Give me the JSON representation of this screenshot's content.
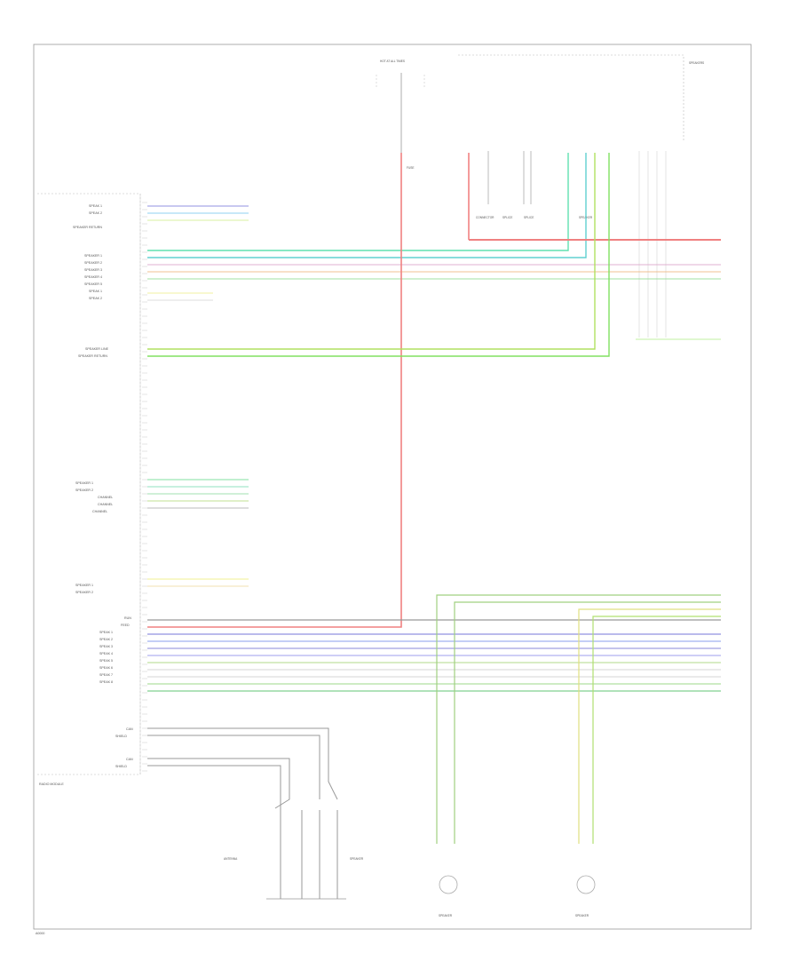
{
  "radio_module": {
    "left_labels_1": [
      "SPEAK 1",
      "SPEAK 2",
      "SPEAKER RETURN"
    ],
    "left_labels_2": [
      "SPEAKER 1",
      "SPEAKER 2",
      "SPEAKER 3",
      "SPEAKER 4",
      "SPEAKER 5",
      "SPEAK 1",
      "SPEAK 2"
    ],
    "left_labels_3": [
      "SPEAKER LINE",
      "SPEAKER RETURN"
    ],
    "left_labels_4": [
      "SPEAKER 1",
      "SPEAKER 2",
      "CHANNEL",
      "CHANNEL",
      "CHANNEL"
    ],
    "left_labels_5": [
      "SPEAKER 1",
      "SPEAKER 2"
    ],
    "left_labels_6": [
      "RUN",
      "FEED",
      "SPEAK 1",
      "SPEAK 2",
      "SPEAK 3",
      "SPEAK 4",
      "SPEAK 5",
      "SPEAK 6",
      "SPEAK 7",
      "SPEAK 8"
    ],
    "left_labels_7": [
      "CAN",
      "SHIELD",
      "CAN",
      "SHIELD"
    ],
    "footer_label": "RADIO MODULE"
  },
  "top_block": {
    "power_label": "HOT AT ALL TIMES",
    "fuse_label": "FUSE",
    "right_header": "SPEAKERS",
    "connector_labels": [
      "CONNECTOR",
      "SPLICE",
      "SPLICE",
      "SPEAKER"
    ]
  },
  "bottom": {
    "antenna_left": "ANTENNA",
    "antenna_right": "SPEAKER",
    "left_speaker_label": "SPEAKER",
    "right_speaker_label": "SPEAKER",
    "page_id": "A0000"
  }
}
